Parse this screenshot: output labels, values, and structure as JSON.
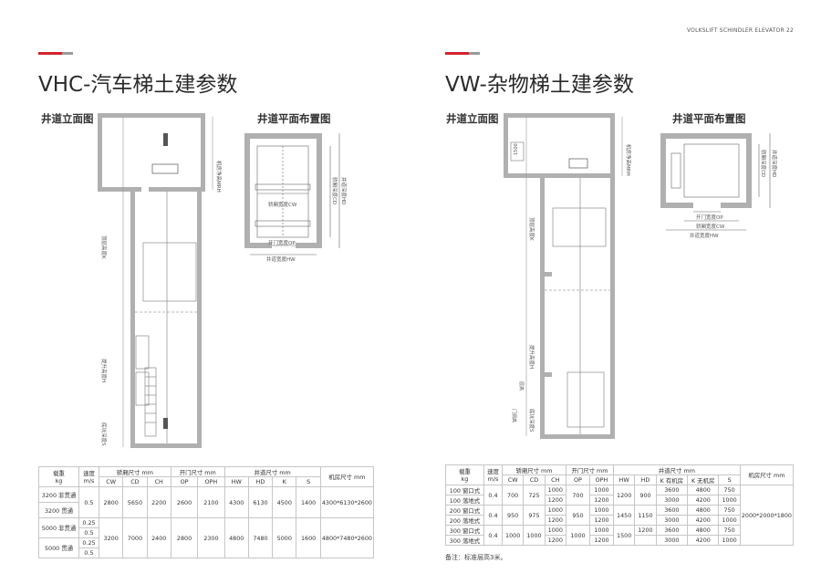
{
  "brand": "VOLKSLIFT SCHINDLER ELEVATOR 22",
  "colors": {
    "accent_red": "#d2232a",
    "accent_grey": "#9a9a9a",
    "wall_grey": "#a8a8a8"
  },
  "left": {
    "title": "VHC-汽车梯土建参数",
    "elevation_title": "井道立面图",
    "plan_title": "井道平面布置图",
    "elevation_labels": {
      "mrh": "机房净高MRH",
      "k": "顶层高度K",
      "h": "提升高度H",
      "s": "底坑深度S"
    },
    "plan_labels": {
      "cw": "轿厢宽度CW",
      "cd": "轿厢深度CD",
      "hd": "井道深度HD",
      "op": "开门宽度OP",
      "hw": "井道宽度HW"
    },
    "table": {
      "h1": [
        "载重\nkg",
        "速度\nm/s",
        "轿厢尺寸 mm",
        "开门尺寸 mm",
        "井道尺寸 mm",
        "机房尺寸 mm"
      ],
      "h2": [
        "CW",
        "CD",
        "CH",
        "OP",
        "OPH",
        "HW",
        "HD",
        "K",
        "S"
      ],
      "load_unit_a": "载重",
      "load_unit_b": "kg",
      "speed_unit_a": "速度",
      "speed_unit_b": "m/s",
      "rows": [
        {
          "load": "3200 非贯通",
          "speed": "0.5",
          "cw": "2800",
          "cd": "5650",
          "ch": "2200",
          "op": "2600",
          "oph": "2100",
          "hw": "4300",
          "hd": "6130",
          "k": "4500",
          "s": "1400",
          "room": "4300*6130*2600"
        },
        {
          "load": "3200 贯通",
          "speed": "",
          "cw": "",
          "cd": "",
          "ch": "",
          "op": "",
          "oph": "",
          "hw": "",
          "hd": "",
          "k": "",
          "s": "",
          "room": ""
        },
        {
          "load": "5000 非贯通",
          "speed": "0.25",
          "cw": "3200",
          "cd": "7000",
          "ch": "2400",
          "op": "2800",
          "oph": "2300",
          "hw": "4800",
          "hd": "7480",
          "k": "5000",
          "s": "1600",
          "room": "4800*7480*2600"
        },
        {
          "load": "",
          "speed": "0.5",
          "cw": "",
          "cd": "",
          "ch": "",
          "op": "",
          "oph": "",
          "hw": "",
          "hd": "",
          "k": "",
          "s": "",
          "room": ""
        },
        {
          "load": "5000 贯通",
          "speed": "0.25",
          "cw": "",
          "cd": "",
          "ch": "",
          "op": "",
          "oph": "",
          "hw": "",
          "hd": "",
          "k": "",
          "s": "",
          "room": ""
        },
        {
          "load": "",
          "speed": "0.5",
          "cw": "",
          "cd": "",
          "ch": "",
          "op": "",
          "oph": "",
          "hw": "",
          "hd": "",
          "k": "",
          "s": "",
          "room": ""
        }
      ]
    }
  },
  "right": {
    "title": "VW-杂物梯土建参数",
    "elevation_title": "井道立面图",
    "plan_title": "井道平面布置图",
    "elevation_labels": {
      "mrh": "机房净高MRH",
      "k": "顶层高度K",
      "h": "提升高度H",
      "s": "底坑深度S",
      "room_h": "1500",
      "gate": "门洞高",
      "sill": "层高"
    },
    "plan_labels": {
      "cd": "轿厢深度CD",
      "hd": "井道深度HD",
      "op": "开门宽度OP",
      "cw": "轿厢宽度CW",
      "hw": "井道宽度HW"
    },
    "table": {
      "h_load_a": "载重",
      "h_load_b": "kg",
      "h_speed_a": "速度",
      "h_speed_b": "m/s",
      "h_car": "轿厢尺寸 mm",
      "h_door": "开门尺寸 mm",
      "h_shaft": "井道尺寸 mm",
      "h_room": "机房尺寸 mm",
      "h2": [
        "CW",
        "CD",
        "CH",
        "OP",
        "OPH",
        "HW",
        "HD",
        "K 有机房",
        "K 无机房",
        "S"
      ],
      "room": "2000*2000*1800",
      "rows": [
        {
          "load": "100 窗口式",
          "speed": "0.4",
          "cw": "700",
          "cd": "725",
          "ch": "1000",
          "op": "700",
          "oph": "1000",
          "hw": "1200",
          "hd": "900",
          "k1": "3600",
          "k2": "4800",
          "s": "750"
        },
        {
          "load": "100 落地式",
          "speed": "",
          "cw": "",
          "cd": "",
          "ch": "1200",
          "op": "",
          "oph": "1200",
          "hw": "",
          "hd": "",
          "k1": "3000",
          "k2": "4200",
          "s": "1000"
        },
        {
          "load": "200 窗口式",
          "speed": "0.4",
          "cw": "950",
          "cd": "975",
          "ch": "1000",
          "op": "950",
          "oph": "1000",
          "hw": "1450",
          "hd": "1150",
          "k1": "3600",
          "k2": "4800",
          "s": "750"
        },
        {
          "load": "200 落地式",
          "speed": "",
          "cw": "",
          "cd": "",
          "ch": "1200",
          "op": "",
          "oph": "1200",
          "hw": "",
          "hd": "",
          "k1": "3000",
          "k2": "4200",
          "s": "1000"
        },
        {
          "load": "300 窗口式",
          "speed": "0.4",
          "cw": "1000",
          "cd": "1000",
          "ch": "1000",
          "op": "1000",
          "oph": "1000",
          "hw": "1500",
          "hd": "1200",
          "k1": "3600",
          "k2": "4800",
          "s": "750"
        },
        {
          "load": "300 落地式",
          "speed": "",
          "cw": "",
          "cd": "",
          "ch": "1200",
          "op": "",
          "oph": "1200",
          "hw": "",
          "hd": "",
          "k1": "3000",
          "k2": "4200",
          "s": "1000"
        }
      ]
    },
    "note": "备注：标准层高3米。"
  }
}
